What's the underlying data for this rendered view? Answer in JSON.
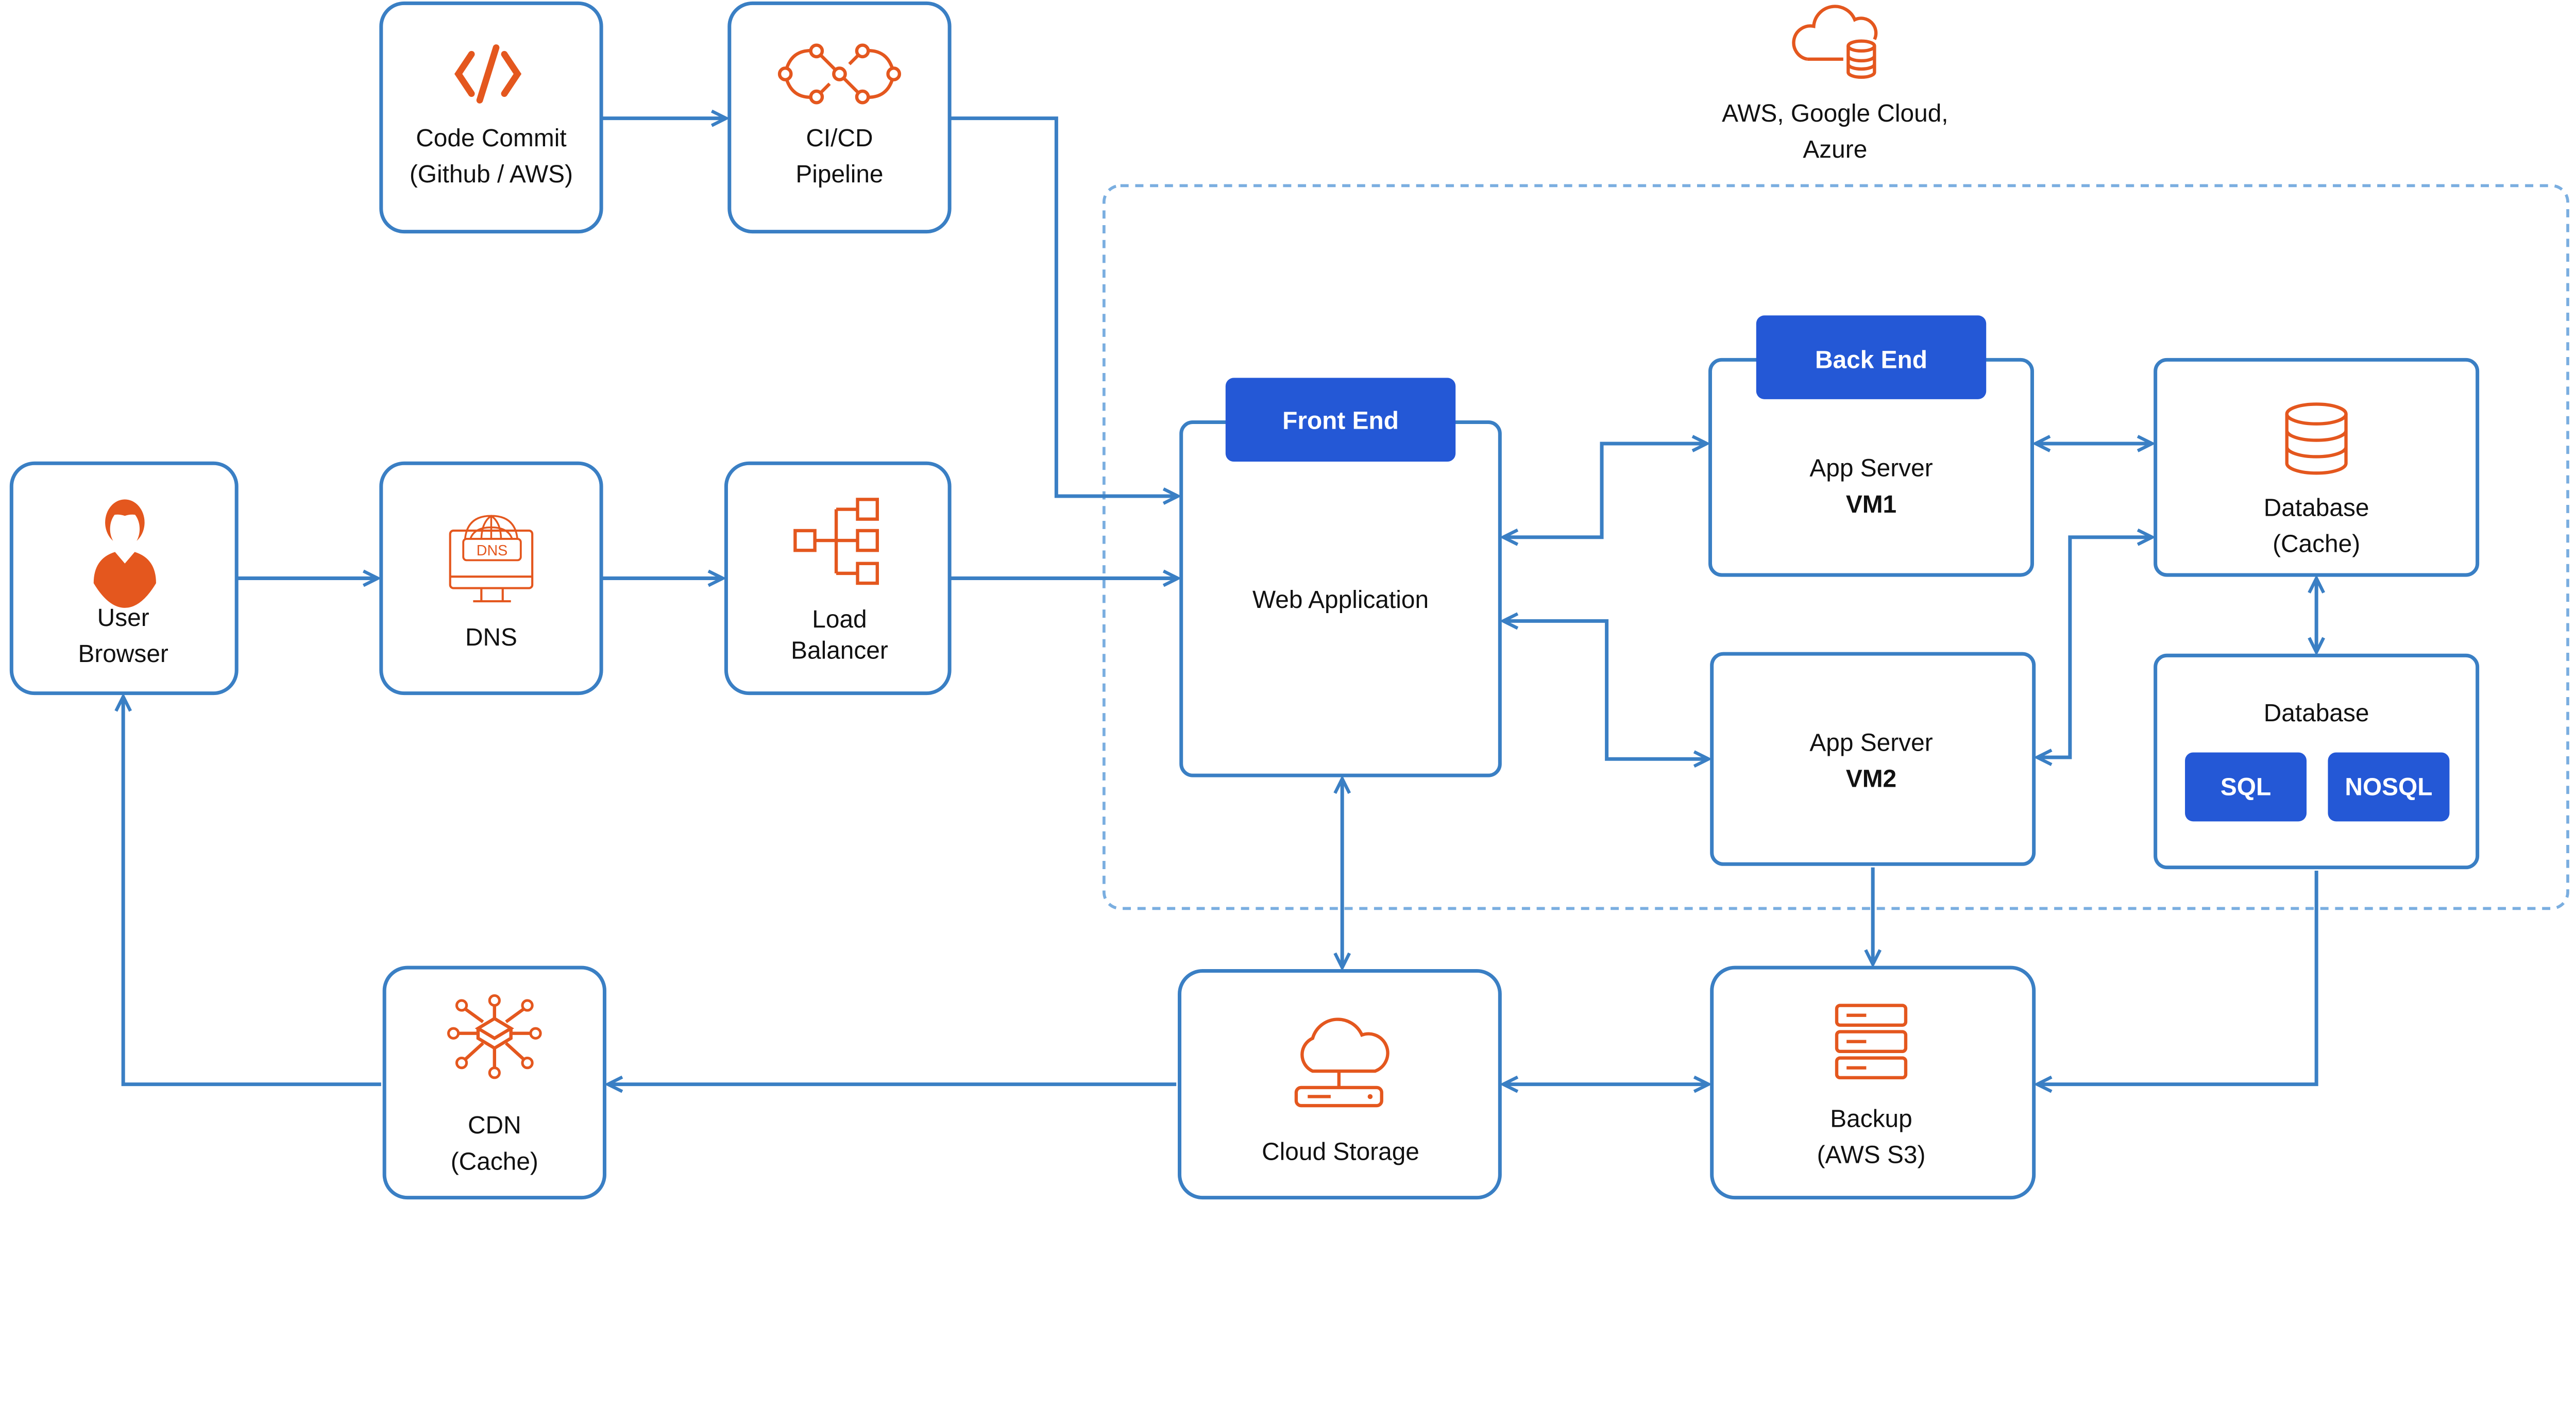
{
  "colors": {
    "line": "#3a7fc4",
    "header": "#2458d6",
    "icon": "#e4571e"
  },
  "cloud_provider": {
    "icon": "cloud-database-icon",
    "line1": "AWS, Google Cloud,",
    "line2": "Azure"
  },
  "nodes": {
    "code_commit": {
      "line1": "Code Commit",
      "line2": "(Github / AWS)",
      "icon": "code-icon"
    },
    "cicd": {
      "line1": "CI/CD",
      "line2": "Pipeline",
      "icon": "infinity-pipeline-icon"
    },
    "user_browser": {
      "line1": "User",
      "line2": "Browser",
      "icon": "user-icon"
    },
    "dns": {
      "label": "DNS",
      "icon": "dns-monitor-icon",
      "icon_text": "DNS"
    },
    "load_balancer": {
      "line1": "Load",
      "line2": "Balancer",
      "icon": "load-balancer-icon"
    },
    "web_app": {
      "header": "Front End",
      "label": "Web Application"
    },
    "vm1": {
      "header": "Back End",
      "line1": "App Server",
      "line2": "VM1"
    },
    "vm2": {
      "line1": "App Server",
      "line2": "VM2"
    },
    "db_cache": {
      "line1": "Database",
      "line2": "(Cache)",
      "icon": "database-icon"
    },
    "database": {
      "label": "Database",
      "sql": "SQL",
      "nosql": "NOSQL"
    },
    "cdn": {
      "line1": "CDN",
      "line2": "(Cache)",
      "icon": "cdn-network-icon"
    },
    "cloud_storage": {
      "label": "Cloud Storage",
      "icon": "cloud-server-icon"
    },
    "backup": {
      "line1": "Backup",
      "line2": "(AWS S3)",
      "icon": "server-stack-icon"
    }
  }
}
